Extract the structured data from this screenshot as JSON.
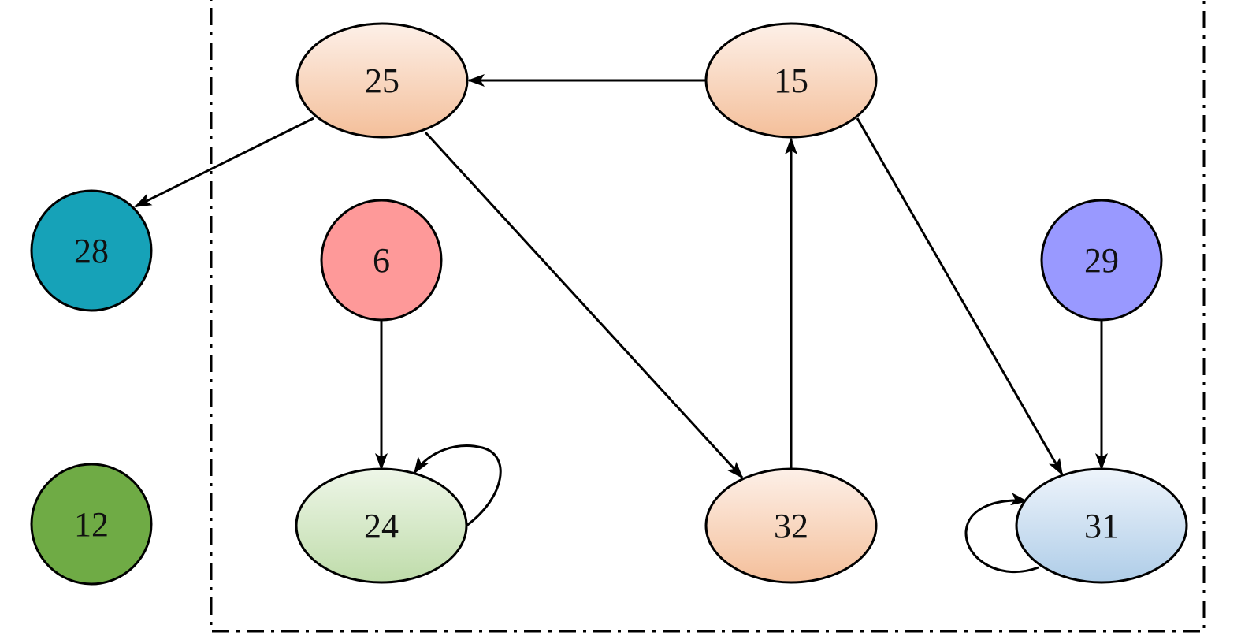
{
  "diagram": {
    "nodes": [
      {
        "id": "25",
        "label": "25",
        "group": "orange",
        "shape": "ellipse"
      },
      {
        "id": "15",
        "label": "15",
        "group": "orange",
        "shape": "ellipse"
      },
      {
        "id": "28",
        "label": "28",
        "group": "teal",
        "shape": "circle"
      },
      {
        "id": "6",
        "label": "6",
        "group": "red",
        "shape": "circle"
      },
      {
        "id": "29",
        "label": "29",
        "group": "purple",
        "shape": "circle"
      },
      {
        "id": "12",
        "label": "12",
        "group": "green",
        "shape": "circle"
      },
      {
        "id": "24",
        "label": "24",
        "group": "lightgreen",
        "shape": "ellipse"
      },
      {
        "id": "32",
        "label": "32",
        "group": "orange",
        "shape": "ellipse"
      },
      {
        "id": "31",
        "label": "31",
        "group": "lightblue",
        "shape": "ellipse"
      }
    ],
    "edges": [
      {
        "from": "15",
        "to": "25"
      },
      {
        "from": "25",
        "to": "28"
      },
      {
        "from": "25",
        "to": "32"
      },
      {
        "from": "32",
        "to": "15"
      },
      {
        "from": "15",
        "to": "31"
      },
      {
        "from": "6",
        "to": "24"
      },
      {
        "from": "24",
        "to": "24"
      },
      {
        "from": "29",
        "to": "31"
      },
      {
        "from": "31",
        "to": "31"
      }
    ]
  },
  "colors": {
    "orange_top": "#fdf0e8",
    "orange_bottom": "#f4bf9a",
    "lightgreen_top": "#eef6e8",
    "lightgreen_bottom": "#bfdcaa",
    "lightblue_top": "#eef4fb",
    "lightblue_bottom": "#afcde8",
    "teal": "#16a2b8",
    "red": "#fe9999",
    "purple": "#9999ff",
    "green": "#6fab45",
    "stroke": "#000000"
  }
}
